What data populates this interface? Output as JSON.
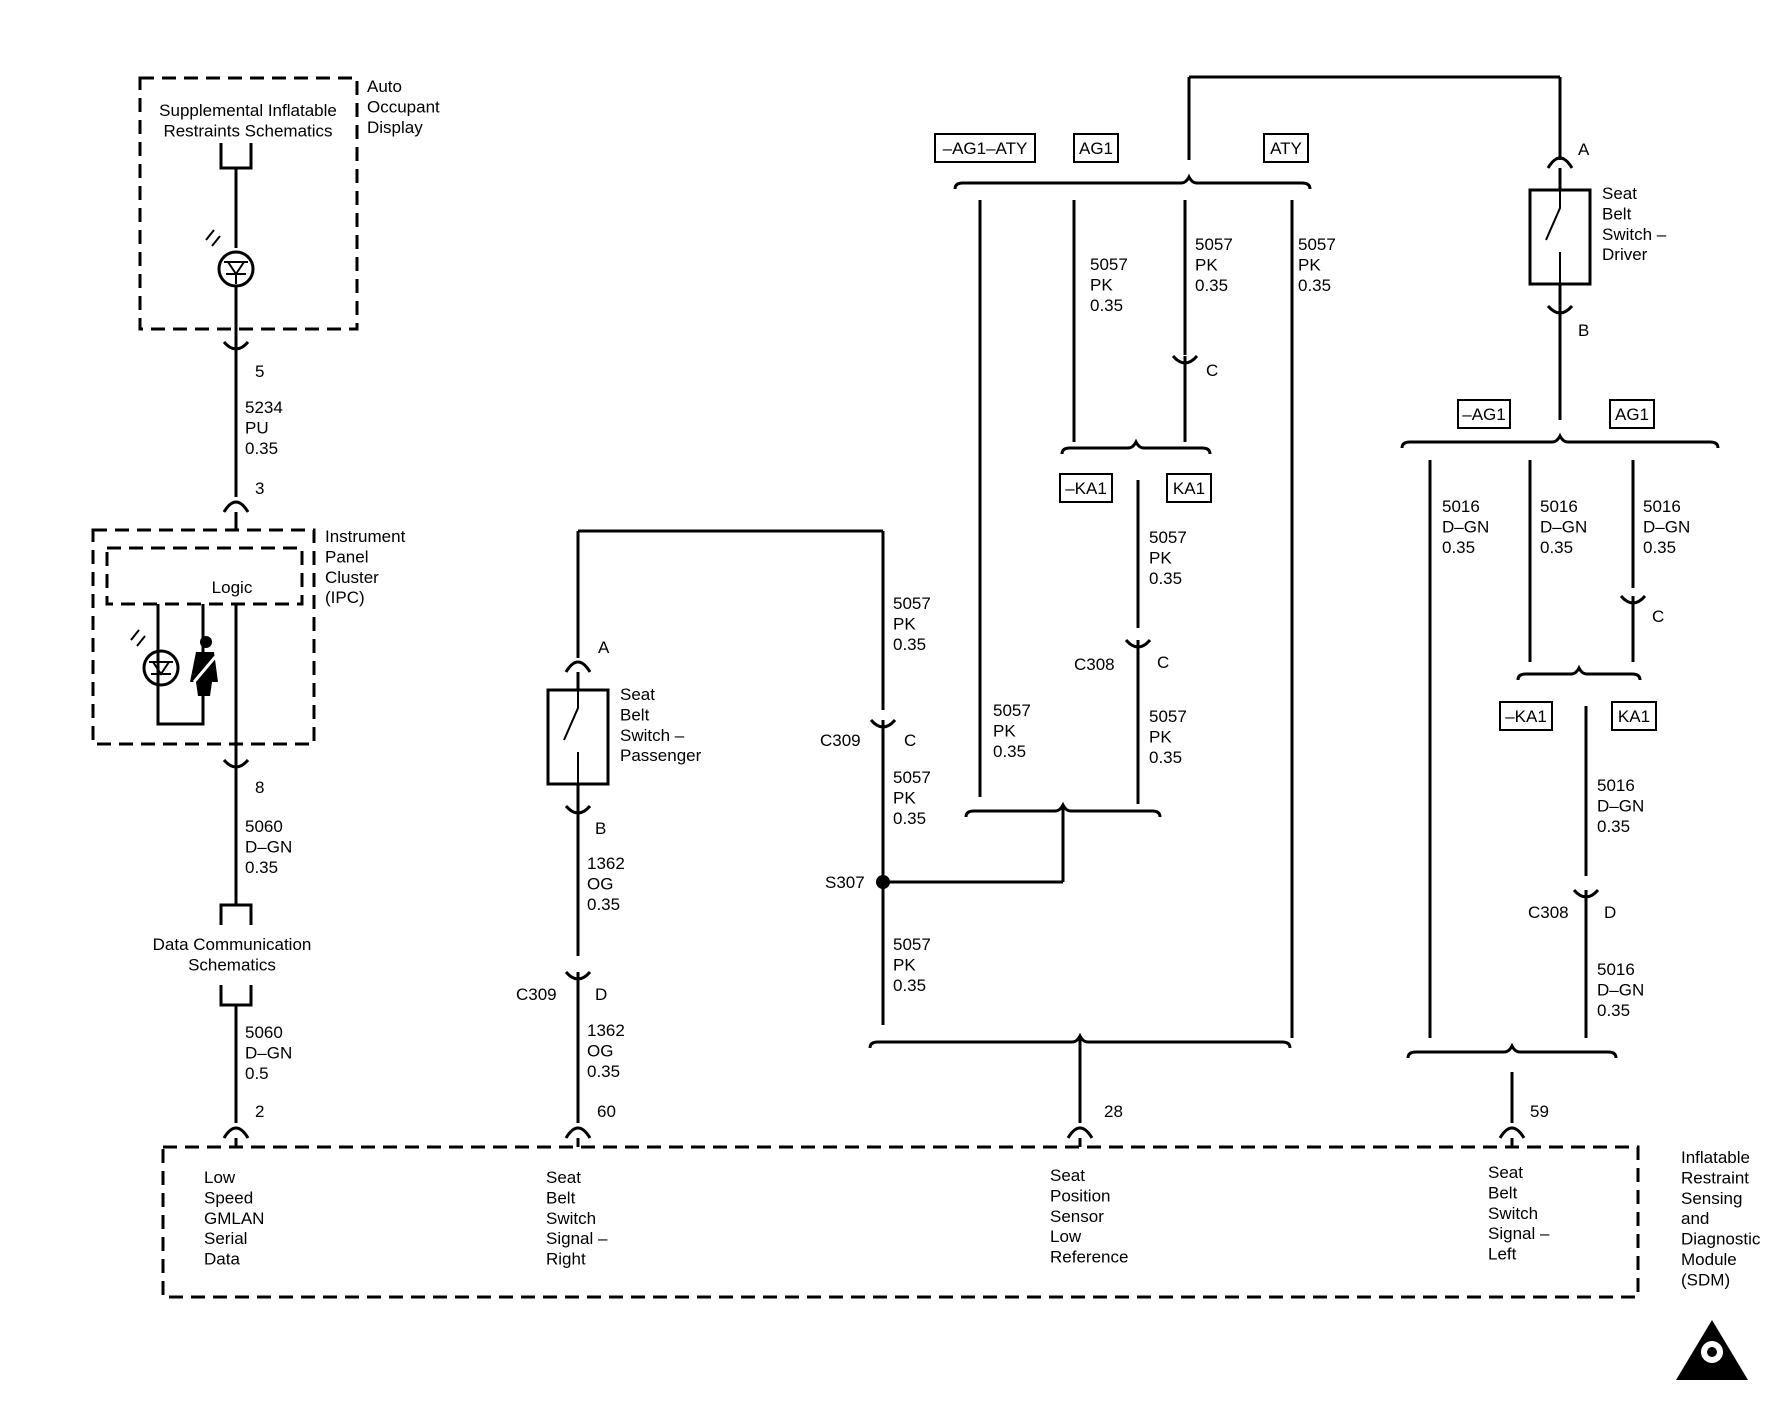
{
  "components": {
    "auto_occupant_display": "Auto\nOccupant\nDisplay",
    "supplemental_schematics": "Supplemental Inflatable\nRestraints Schematics",
    "ipc": "Instrument\nPanel\nCluster\n(IPC)",
    "logic": "Logic",
    "data_comm": "Data Communication\nSchematics",
    "sdm": "Inflatable\nRestraint\nSensing\nand\nDiagnostic\nModule\n(SDM)",
    "seat_belt_switch_passenger": "Seat\nBelt\nSwitch –\nPassenger",
    "seat_belt_switch_driver": "Seat\nBelt\nSwitch –\nDriver"
  },
  "sdm_pins": {
    "low_speed": "Low\nSpeed\nGMLAN\nSerial\nData",
    "sbs_right": "Seat\nBelt\nSwitch\nSignal –\nRight",
    "sps_low_ref": "Seat\nPosition\nSensor\nLow\nReference",
    "sbs_left": "Seat\nBelt\nSwitch\nSignal –\nLeft"
  },
  "pins": {
    "p5": "5",
    "p3": "3",
    "p8": "8",
    "p2": "2",
    "p60": "60",
    "p28": "28",
    "p59": "59",
    "pA_pass": "A",
    "pB_pass": "B",
    "pD_c309": "D",
    "pC_c309": "C",
    "pC_ag1": "C",
    "pC_c308": "C",
    "pA_drv": "A",
    "pB_drv": "B",
    "pC_dg": "C",
    "pD_c308": "D"
  },
  "connectors": {
    "c309_pass": "C309",
    "c309": "C309",
    "c308_pk": "C308",
    "c308_dgn": "C308",
    "s307": "S307"
  },
  "wires": {
    "w5234": "5234\nPU\n0.35",
    "w5060a": "5060\nD–GN\n0.35",
    "w5060b": "5060\nD–GN\n0.5",
    "w1362a": "1362\nOG\n0.35",
    "w1362b": "1362\nOG\n0.35",
    "w5057_top": "5057\nPK\n0.35",
    "w5057_c309": "5057\nPK\n0.35",
    "w5057_bot": "5057\nPK\n0.35",
    "w5057_ag1": "5057\nPK\n0.35",
    "w5057_mid": "5057\nPK\n0.35",
    "w5057_aty": "5057\nPK\n0.35",
    "w5057_ka1": "5057\nPK\n0.35",
    "w5057_c308": "5057\nPK\n0.35",
    "w5057_ag1aty": "5057\nPK\n0.35",
    "w5016_a": "5016\nD–GN\n0.35",
    "w5016_b": "5016\nD–GN\n0.35",
    "w5016_c": "5016\nD–GN\n0.35",
    "w5016_ka1": "5016\nD–GN\n0.35",
    "w5016_bot": "5016\nD–GN\n0.35"
  },
  "options": {
    "ag1aty": "–AG1–ATY",
    "ag1_pk": "AG1",
    "aty": "ATY",
    "ka1n_pk": "–KA1",
    "ka1_pk": "KA1",
    "ag1n_dg": "–AG1",
    "ag1_dg": "AG1",
    "ka1n_dg": "–KA1",
    "ka1_dg": "KA1"
  }
}
